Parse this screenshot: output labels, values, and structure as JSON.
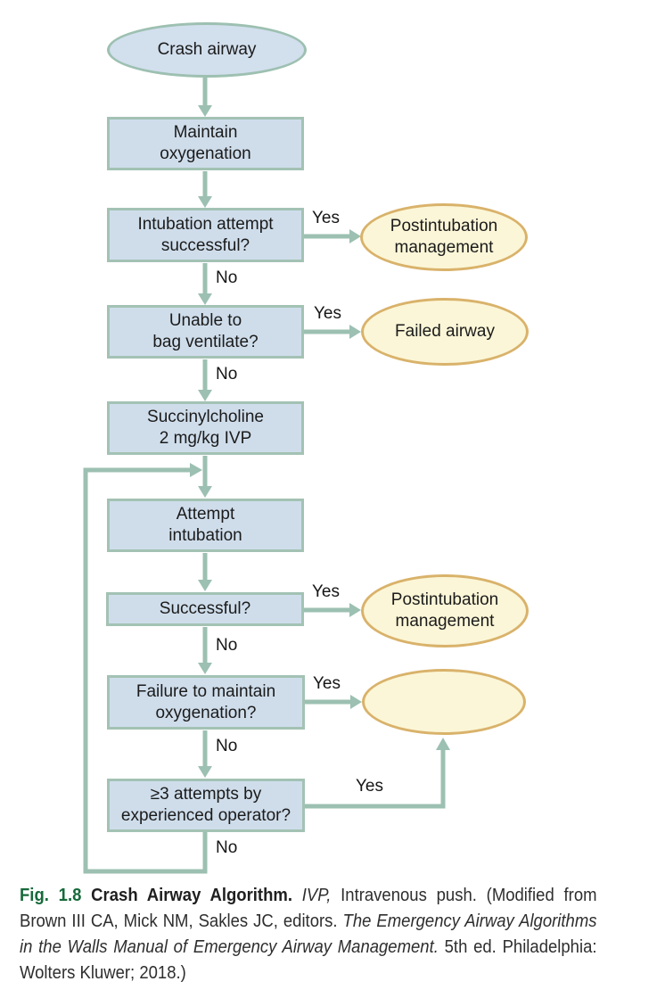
{
  "figure": {
    "nodes": {
      "start": "Crash airway",
      "maintain": "Maintain\noxygenation",
      "intubation_attempt": "Intubation attempt\nsuccessful?",
      "postintubation_1": "Postintubation\nmanagement",
      "unable_bag": "Unable to\nbag ventilate?",
      "failed_airway_1": "Failed airway",
      "succinylcholine": "Succinylcholine\n2 mg/kg IVP",
      "attempt_intubation": "Attempt\nintubation",
      "successful": "Successful?",
      "postintubation_2": "Postintubation\nmanagement",
      "failure_oxygenation": "Failure to maintain\noxygenation?",
      "three_attempts": "≥3 attempts by\nexperienced operator?"
    },
    "labels": {
      "yes": "Yes",
      "no": "No"
    },
    "colors": {
      "process_fill": "#cfddeb",
      "process_border": "#a3c2b4",
      "terminal_fill": "#fbf6d7",
      "terminal_border": "#d9b26a",
      "start_fill": "#d2dfed",
      "connector": "#9cc0b2",
      "caption_accent": "#17693b"
    },
    "caption": {
      "fig_label": "Fig. 1.8",
      "title": "Crash Airway Algorithm.",
      "ivp": "IVP,",
      "text1": "Intravenous push. (Modified from Brown III CA, Mick NM, Sakles JC, editors.",
      "book": "The Emergency Airway Algorithms in the Walls Manual of Emergency Airway Management.",
      "text2": "5th ed. Philadelphia: Wolters Kluwer; 2018.)"
    }
  }
}
